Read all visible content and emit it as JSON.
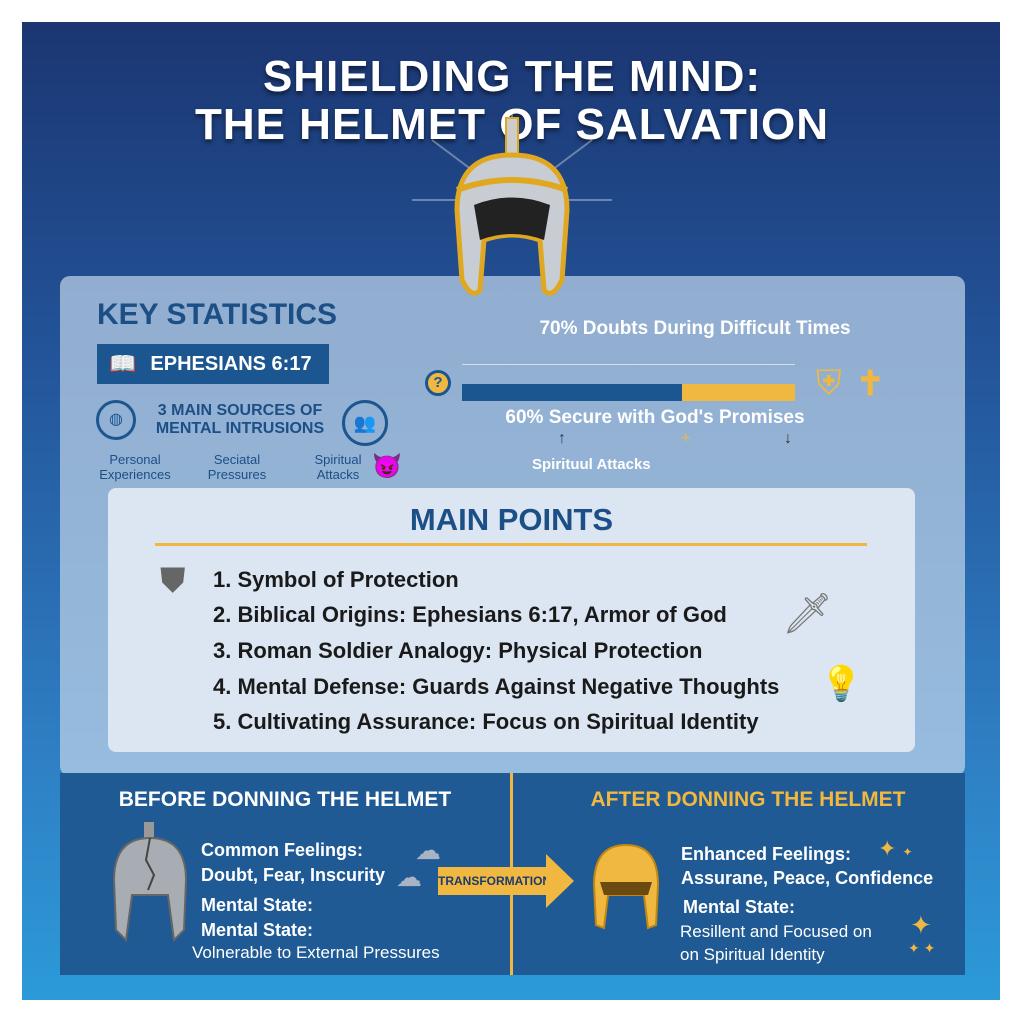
{
  "title": {
    "line1": "SHIELDING THE MIND:",
    "line2": "THE HELMET OF SALVATION"
  },
  "key_statistics": {
    "heading": "KEY STATISTICS",
    "scripture": "EPHESIANS 6:17",
    "sources_title_1": "3 MAIN SOURCES OF",
    "sources_title_2": "MENTAL INTRUSIONS",
    "sources": [
      {
        "l1": "Personal",
        "l2": "Experiences"
      },
      {
        "l1": "Seciatal",
        "l2": "Pressures"
      },
      {
        "l1": "Spiritual",
        "l2": "Attacks"
      }
    ],
    "stat_top": "70% Doubts During Difficult Times",
    "stat_bottom": "60% Secure with God's Promises",
    "bar_fill_fraction": 0.66,
    "bar_colors": {
      "primary": "#1c5690",
      "secondary": "#f0b840"
    },
    "attacks_label": "Spirituul Attacks"
  },
  "main_points": {
    "heading": "MAIN POINTS",
    "items": [
      "1.  Symbol of Protection",
      "2.  Biblical Origins: Ephesians 6:17, Armor of God",
      "3.  Roman Soldier Analogy: Physical Protection",
      "4.  Mental Defense: Guards Against Negative Thoughts",
      "5.  Cultivating Assurance: Focus on Spiritual Identity"
    ]
  },
  "before": {
    "heading": "BEFORE DONNING THE HELMET",
    "feelings_label": "Common Feelings:",
    "feelings": "Doubt, Fear, Inscurity",
    "state_label_1": "Mental State:",
    "state_label_2": "Mental State:",
    "state": "Volnerable to External Pressures"
  },
  "transformation": "TRANSFORMATION",
  "after": {
    "heading": "AFTER DONNING THE HELMET",
    "feelings_label": "Enhanced Feelings:",
    "feelings": "Assurane, Peace, Confidence",
    "state_label": "Mental State:",
    "state_1": "Resillent and Focused on",
    "state_2": "on Spiritual Identity"
  },
  "colors": {
    "accent": "#f0b840",
    "navy": "#1c4f86"
  }
}
